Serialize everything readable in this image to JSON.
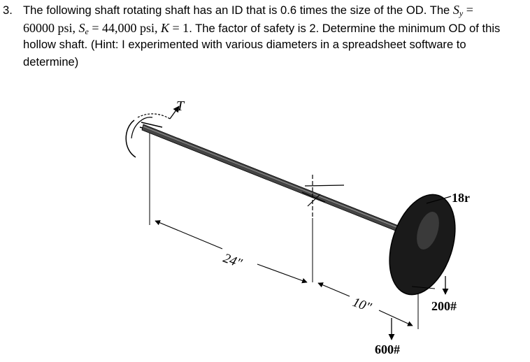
{
  "problem": {
    "number": "3.",
    "line1_text": "The following shaft rotating shaft has an ID that is 0.6 times the size of the OD. The ",
    "line1_sy": "S",
    "line1_sy_sub": "y",
    "line1_eq": " =",
    "line2_sy_value": "60000 psi, ",
    "line2_se": "S",
    "line2_se_sub": "e",
    "line2_se_value": " = 44,000 psi, ",
    "line2_k": "K",
    "line2_k_value": " = 1",
    "line2_text": ". The factor of safety is 2. Determine the minimum OD of this",
    "line3_text": "hollow shaft. (Hint: I experimented with various diameters in a spreadsheet software to",
    "line4_text": "determine)"
  },
  "figure": {
    "torque_label": "T",
    "dim_24": "24\"",
    "dim_10": "10\"",
    "dim_18r": "18r",
    "load_600": "600#",
    "load_200": "200#"
  }
}
